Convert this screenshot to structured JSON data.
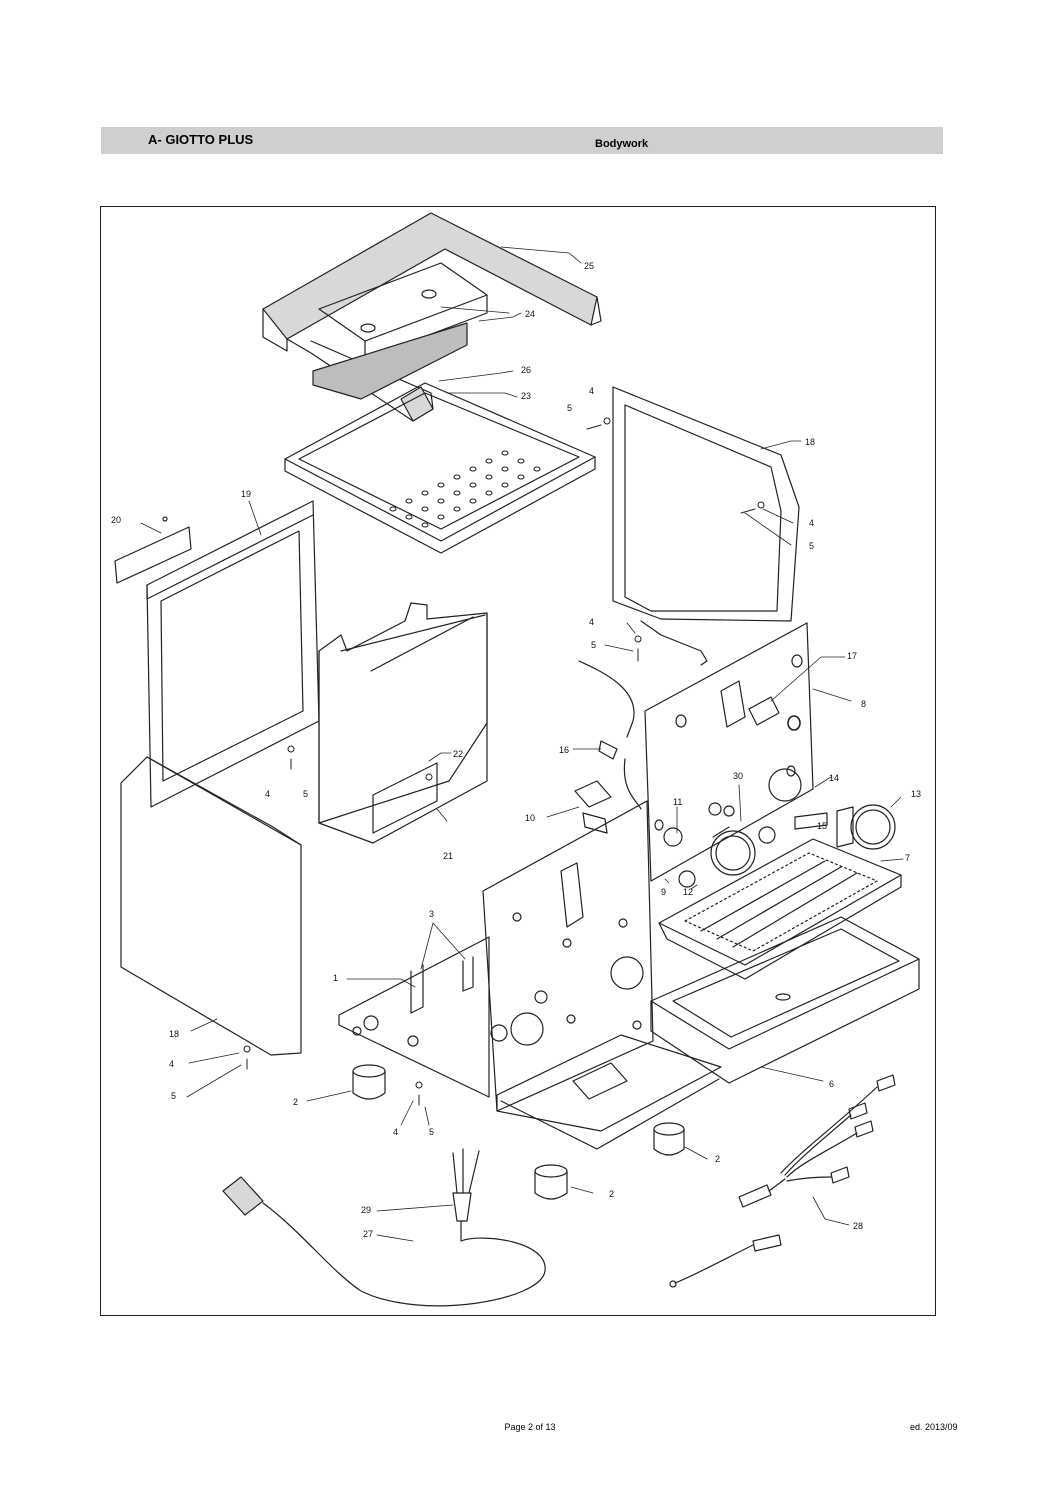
{
  "header": {
    "title": "A- GIOTTO PLUS",
    "section": "Bodywork"
  },
  "diagram": {
    "callouts": [
      {
        "id": "c25",
        "label": "25"
      },
      {
        "id": "c24",
        "label": "24"
      },
      {
        "id": "c26",
        "label": "26"
      },
      {
        "id": "c23",
        "label": "23"
      },
      {
        "id": "c4a",
        "label": "4"
      },
      {
        "id": "c5a",
        "label": "5"
      },
      {
        "id": "c18a",
        "label": "18"
      },
      {
        "id": "c4b",
        "label": "4"
      },
      {
        "id": "c5b",
        "label": "5"
      },
      {
        "id": "c20",
        "label": "20"
      },
      {
        "id": "c19",
        "label": "19"
      },
      {
        "id": "c4c",
        "label": "4"
      },
      {
        "id": "c5c",
        "label": "5"
      },
      {
        "id": "c17",
        "label": "17"
      },
      {
        "id": "c8",
        "label": "8"
      },
      {
        "id": "c16",
        "label": "16"
      },
      {
        "id": "c22",
        "label": "22"
      },
      {
        "id": "c4d",
        "label": "4"
      },
      {
        "id": "c5d",
        "label": "5"
      },
      {
        "id": "c30",
        "label": "30"
      },
      {
        "id": "c14",
        "label": "14"
      },
      {
        "id": "c13",
        "label": "13"
      },
      {
        "id": "c10",
        "label": "10"
      },
      {
        "id": "c11",
        "label": "11"
      },
      {
        "id": "c15",
        "label": "15"
      },
      {
        "id": "c21",
        "label": "21"
      },
      {
        "id": "c7",
        "label": "7"
      },
      {
        "id": "c9",
        "label": "9"
      },
      {
        "id": "c12",
        "label": "12"
      },
      {
        "id": "c3",
        "label": "3"
      },
      {
        "id": "c1",
        "label": "1"
      },
      {
        "id": "c18b",
        "label": "18"
      },
      {
        "id": "c4e",
        "label": "4"
      },
      {
        "id": "c5e",
        "label": "5"
      },
      {
        "id": "c2a",
        "label": "2"
      },
      {
        "id": "c4f",
        "label": "4"
      },
      {
        "id": "c5f",
        "label": "5"
      },
      {
        "id": "c6",
        "label": "6"
      },
      {
        "id": "c2b",
        "label": "2"
      },
      {
        "id": "c2c",
        "label": "2"
      },
      {
        "id": "c29",
        "label": "29"
      },
      {
        "id": "c27",
        "label": "27"
      },
      {
        "id": "c28",
        "label": "28"
      }
    ]
  },
  "footer": {
    "page": "Page 2 of 13",
    "edition": "ed. 2013/09"
  }
}
